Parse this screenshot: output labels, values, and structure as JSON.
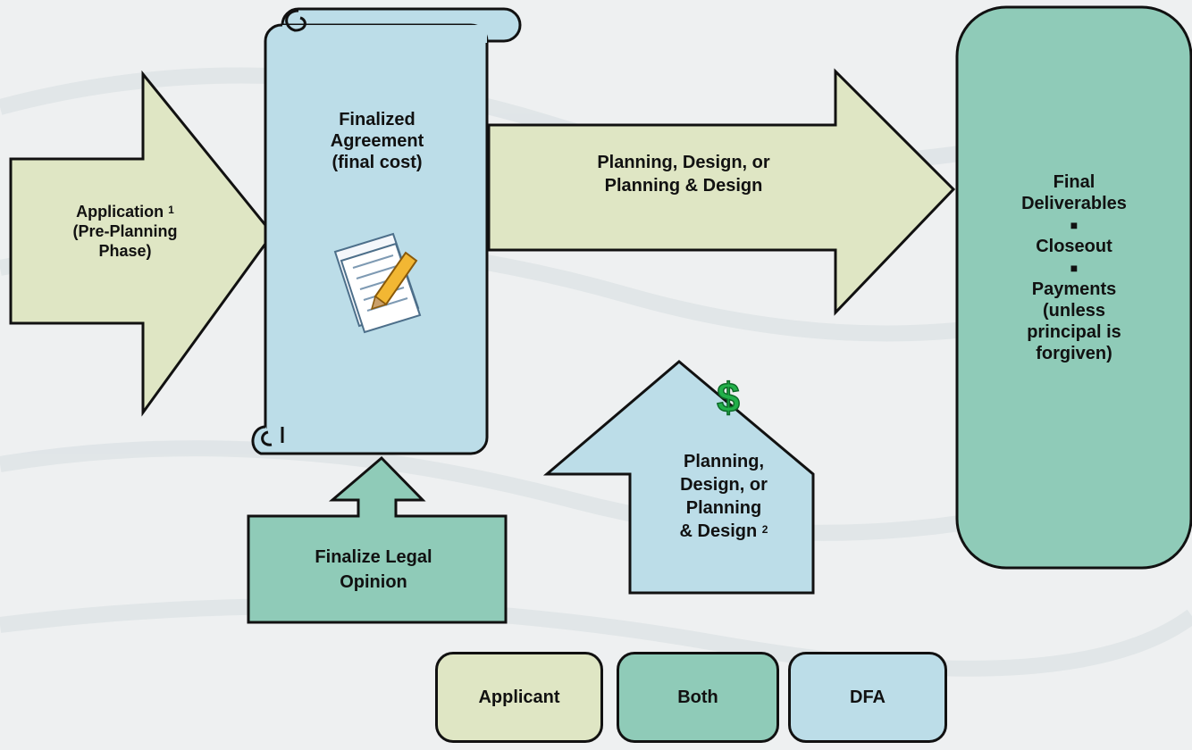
{
  "steps": {
    "application": {
      "label": "Application",
      "footnote": "1",
      "sub": "(Pre-Planning Phase)",
      "color": "#dfe6c4"
    },
    "agreement": {
      "label": "Finalized Agreement (final cost)",
      "color": "#bcdde8",
      "icon": "document-pen-icon"
    },
    "planning_arrow": {
      "label": "Planning, Design, or Planning & Design",
      "color": "#dfe6c4"
    },
    "final": {
      "line1": "Final",
      "line2": "Deliverables",
      "bullet": "■",
      "line3": "Closeout",
      "line4": "Payments",
      "line5": "(unless principal is forgiven)",
      "color": "#8fcbb8"
    },
    "legal": {
      "label": "Finalize Legal Opinion",
      "color": "#8fcbb8"
    },
    "funding": {
      "label": "Planning, Design, or Planning",
      "label_end": "& Design",
      "footnote": "2",
      "symbol": "$",
      "color": "#bcdde8"
    }
  },
  "legend": [
    {
      "label": "Applicant",
      "color": "#dfe6c4"
    },
    {
      "label": "Both",
      "color": "#8fcbb8"
    },
    {
      "label": "DFA",
      "color": "#bcdde8"
    }
  ]
}
